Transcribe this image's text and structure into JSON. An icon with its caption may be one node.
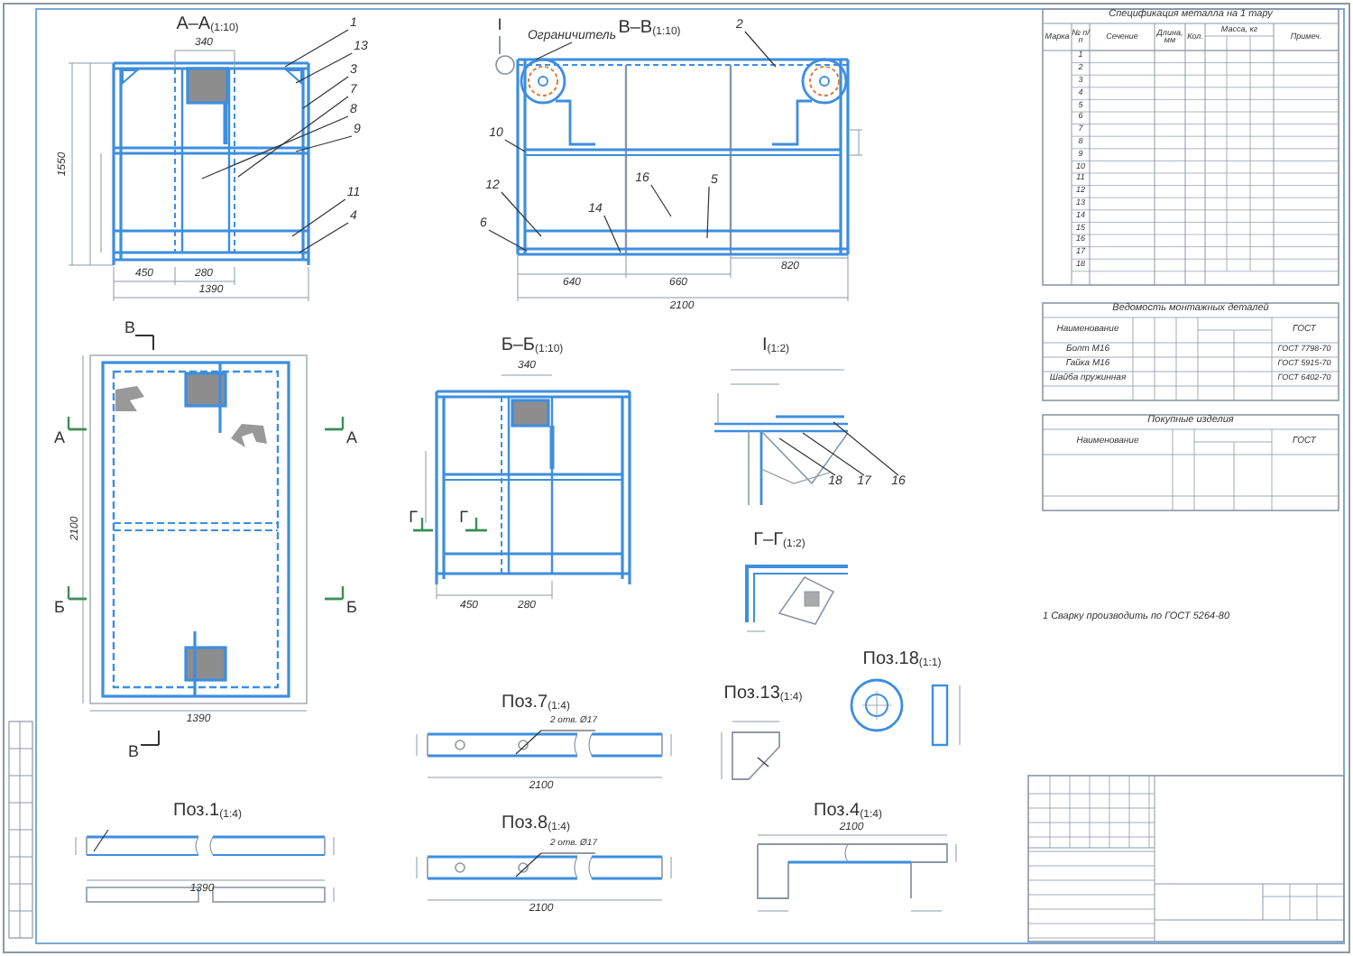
{
  "diagram": {
    "nodes": [
      {
        "text": [
          "1"
        ]
      },
      {
        "text": [
          "13"
        ]
      },
      {
        "text": [
          "3"
        ]
      },
      {
        "text": [
          "7"
        ]
      },
      {
        "text": [
          "8"
        ]
      },
      {
        "text": [
          "9"
        ]
      },
      {
        "text": [
          "11"
        ]
      },
      {
        "text": [
          "4"
        ]
      },
      {
        "text": [
          "Ограничитель"
        ]
      },
      {
        "text": [
          "2"
        ]
      },
      {
        "text": [
          "10"
        ]
      },
      {
        "text": [
          "12"
        ]
      },
      {
        "text": [
          "6"
        ]
      },
      {
        "text": [
          "16"
        ]
      },
      {
        "text": [
          "14"
        ]
      },
      {
        "text": [
          "5"
        ]
      },
      {
        "text": [
          "18"
        ]
      },
      {
        "text": [
          "17"
        ]
      },
      {
        "text": [
          "16"
        ]
      }
    ],
    "edges": [
      {
        "from": 0,
        "to": null,
        "arrow": "none"
      },
      {
        "from": 1,
        "to": null,
        "arrow": "none"
      },
      {
        "from": 2,
        "to": null,
        "arrow": "none"
      },
      {
        "from": 3,
        "to": null,
        "arrow": "none"
      },
      {
        "from": 4,
        "to": null,
        "arrow": "none"
      },
      {
        "from": 5,
        "to": null,
        "arrow": "none"
      },
      {
        "from": 6,
        "to": null,
        "arrow": "none"
      },
      {
        "from": 7,
        "to": null,
        "arrow": "none"
      },
      {
        "from": 8,
        "to": null,
        "arrow": "none"
      },
      {
        "from": 9,
        "to": null,
        "arrow": "none"
      },
      {
        "from": 10,
        "to": null,
        "arrow": "none"
      },
      {
        "from": 11,
        "to": null,
        "arrow": "none"
      },
      {
        "from": 12,
        "to": null,
        "arrow": "none"
      },
      {
        "from": 13,
        "to": null,
        "arrow": "none"
      },
      {
        "from": 14,
        "to": null,
        "arrow": "none"
      },
      {
        "from": 15,
        "to": null,
        "arrow": "none"
      },
      {
        "from": 16,
        "to": null,
        "arrow": "none"
      },
      {
        "from": 17,
        "to": null,
        "arrow": "none"
      },
      {
        "from": 18,
        "to": null,
        "arrow": "none"
      }
    ],
    "labels": [
      "А–А$_{(1:10)}$",
      "340",
      "1550",
      "450",
      "280",
      "1390",
      "I",
      "В–В$_{(1:10)}$",
      "640",
      "660",
      "820",
      "2100",
      "В",
      "А",
      "А",
      "2100",
      "Б",
      "Б",
      "1390",
      "В",
      "Б–Б$_{(1:10)}$",
      "340",
      "Г",
      "Г",
      "450",
      "280",
      "I$_{(1:2)}$",
      "Г–Г$_{(1:2)}$",
      "Поз.7$_{(1:4)}$",
      "2 отв. Ø17",
      "2100",
      "Поз.13$_{(1:4)}$",
      "Поз.18$_{(1:1)}$",
      "Поз.1$_{(1:4)}$",
      "1390",
      "Поз.8$_{(1:4)}$",
      "2 отв. Ø17",
      "2100",
      "Поз.4$_{(1:4)}$",
      "2100",
      "Спецификация металла на 1 тару",
      "Марка",
      "№ п/п",
      "Сечение",
      "Длина, мм",
      "Кол.",
      "Масса, кг",
      "Примеч.",
      "1",
      "2",
      "3",
      "4",
      "5",
      "6",
      "7",
      "8",
      "9",
      "10",
      "11",
      "12",
      "13",
      "14",
      "15",
      "16",
      "17",
      "18",
      "Ведомость монтажных деталей",
      "Наименование",
      "ГОСТ",
      "Болт М16",
      "ГОСТ 7798-70",
      "Гайка М16",
      "ГОСТ 5915-70",
      "Шайба пружинная",
      "ГОСТ 6402-70",
      "Покупные изделия",
      "Наименование",
      "ГОСТ",
      "1 Сварку производить по ГОСТ 5264-80"
    ]
  }
}
